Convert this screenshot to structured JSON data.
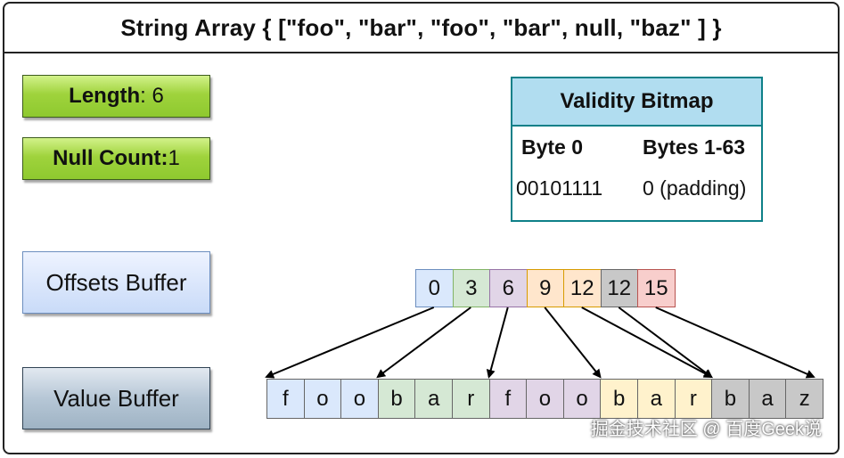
{
  "title": "String Array { [\"foo\", \"bar\", \"foo\", \"bar\", null, \"baz\" ] }",
  "length": {
    "label": "Length",
    "value": ": 6"
  },
  "null_count": {
    "label": "Null Count:",
    "value": " 1"
  },
  "offsets_label": "Offsets Buffer",
  "value_label": "Value Buffer",
  "bitmap": {
    "header": "Validity Bitmap",
    "col1_header": "Byte 0",
    "col2_header": "Bytes 1-63",
    "col1_value": "00101111",
    "col2_value": "0 (padding)"
  },
  "offsets": [
    {
      "text": "0",
      "color": "#dae8fc",
      "border": "#6c8ebf"
    },
    {
      "text": "3",
      "color": "#d5e8d4",
      "border": "#82b366"
    },
    {
      "text": "6",
      "color": "#e1d5e7",
      "border": "#9673a6"
    },
    {
      "text": "9",
      "color": "#ffe6cc",
      "border": "#d79b00"
    },
    {
      "text": "12",
      "color": "#ffe6cc",
      "border": "#d79b00"
    },
    {
      "text": "12",
      "color": "#c8c8c8",
      "border": "#666666"
    },
    {
      "text": "15",
      "color": "#f8cecc",
      "border": "#b85450"
    }
  ],
  "values": [
    {
      "text": "f",
      "color": "#dae8fc"
    },
    {
      "text": "o",
      "color": "#dae8fc"
    },
    {
      "text": "o",
      "color": "#dae8fc"
    },
    {
      "text": "b",
      "color": "#d5e8d4"
    },
    {
      "text": "a",
      "color": "#d5e8d4"
    },
    {
      "text": "r",
      "color": "#d5e8d4"
    },
    {
      "text": "f",
      "color": "#e1d5e7"
    },
    {
      "text": "o",
      "color": "#e1d5e7"
    },
    {
      "text": "o",
      "color": "#e1d5e7"
    },
    {
      "text": "b",
      "color": "#fff2cc"
    },
    {
      "text": "a",
      "color": "#fff2cc"
    },
    {
      "text": "r",
      "color": "#fff2cc"
    },
    {
      "text": "b",
      "color": "#c8c8c8"
    },
    {
      "text": "a",
      "color": "#c8c8c8"
    },
    {
      "text": "z",
      "color": "#c8c8c8"
    }
  ],
  "arrow_targets": [
    0,
    3,
    6,
    9,
    12,
    12,
    15
  ],
  "watermark": "掘金技术社区 @ 百度Geek说"
}
